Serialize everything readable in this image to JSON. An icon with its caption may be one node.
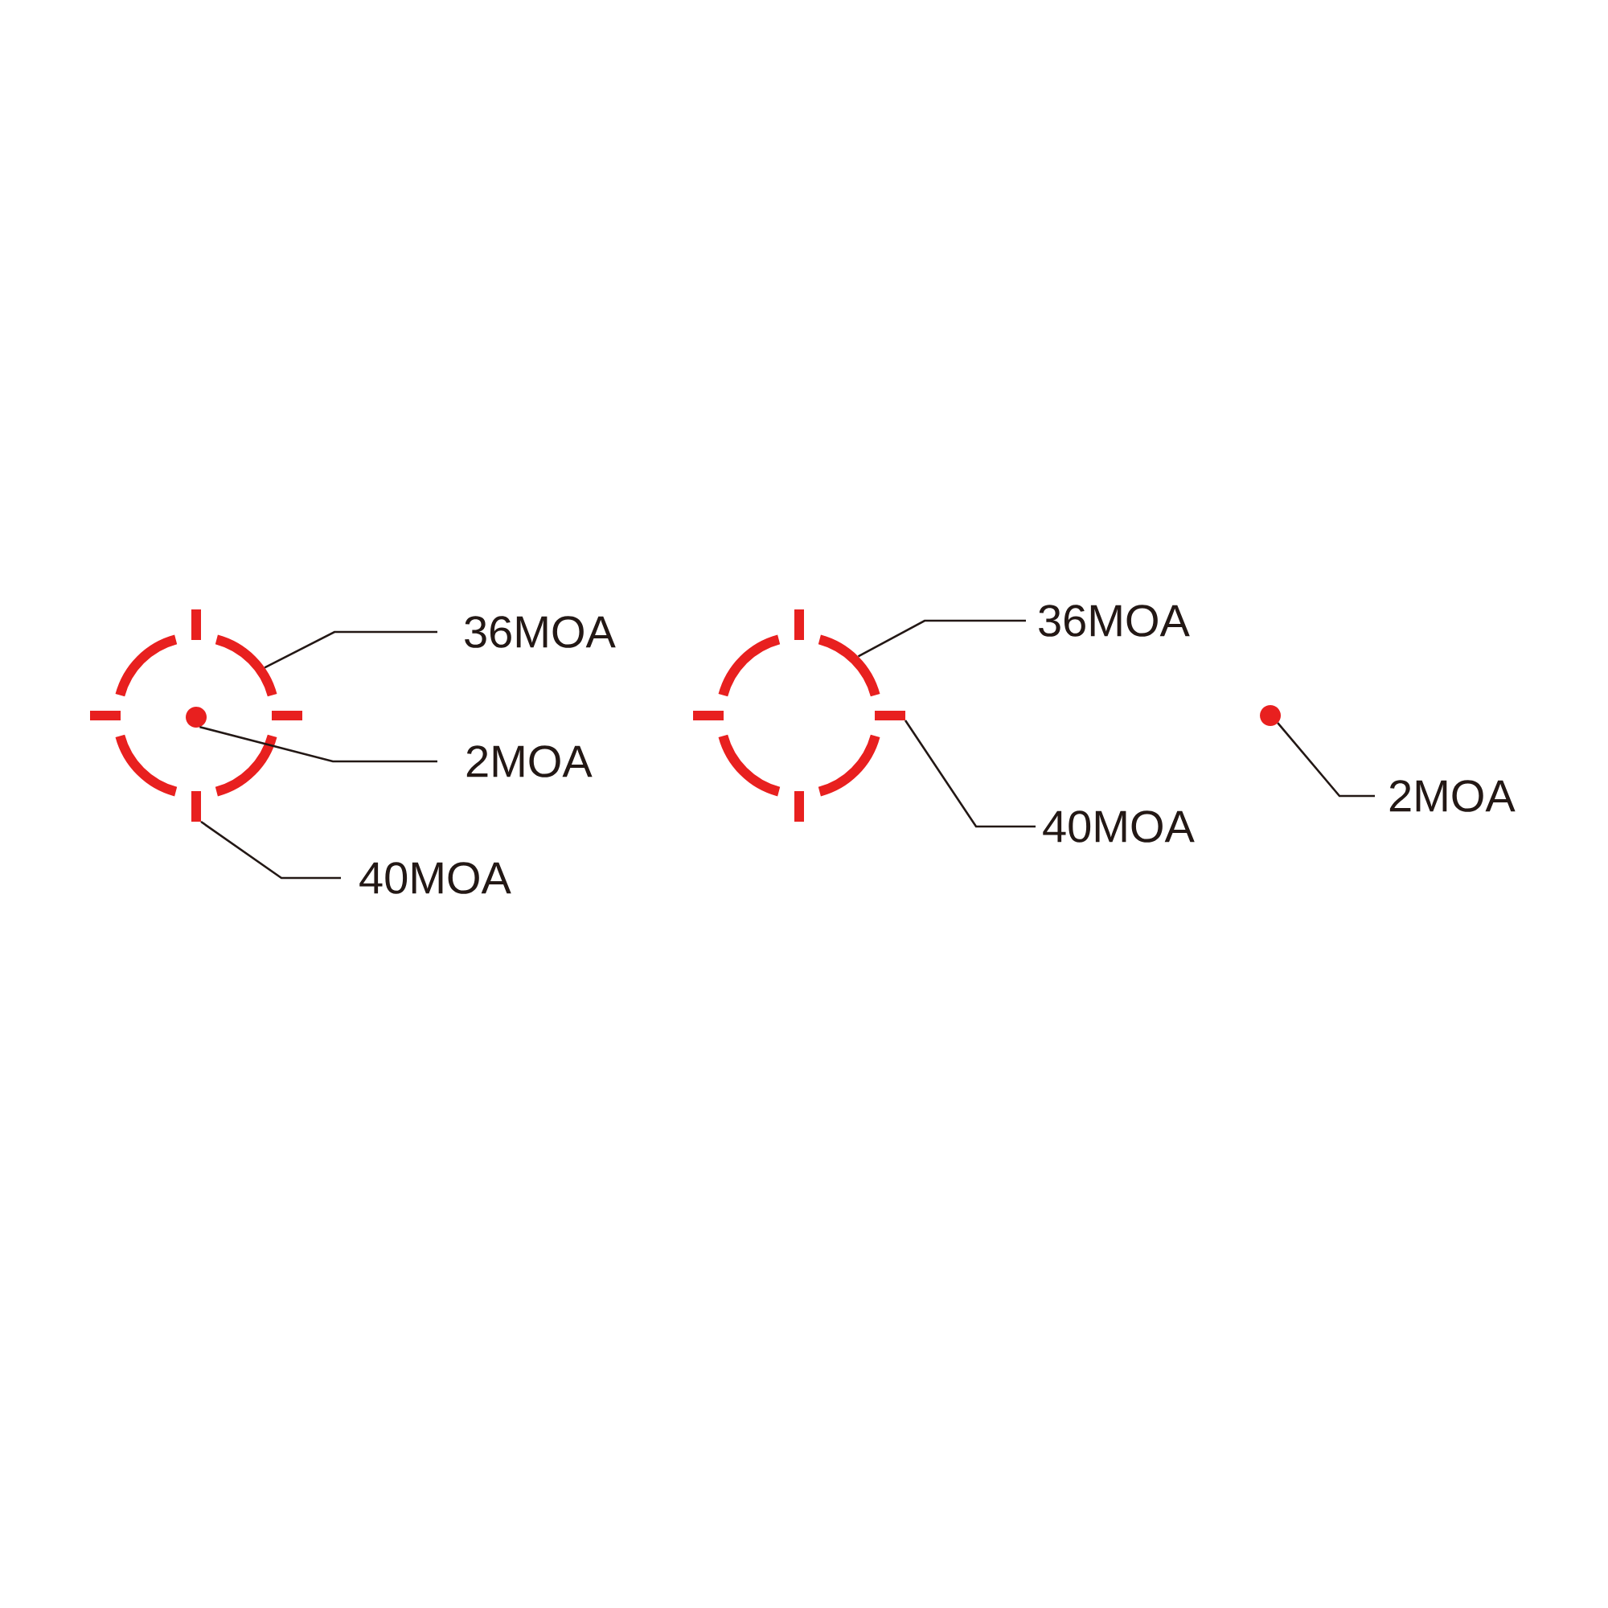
{
  "diagram": {
    "nodes": [
      {
        "text": [],
        "shape": "ring"
      },
      {
        "text": [],
        "shape": "circle",
        "in": 0
      },
      {
        "text": [],
        "shape": "bar"
      },
      {
        "text": [
          "36MOA"
        ]
      },
      {
        "text": [
          "2MOA"
        ]
      },
      {
        "text": [
          "40MOA"
        ]
      },
      {
        "text": [],
        "shape": "ring"
      },
      {
        "text": [],
        "shape": "bar"
      },
      {
        "text": [
          "36MOA"
        ]
      },
      {
        "text": [
          "40MOA"
        ]
      },
      {
        "text": [],
        "shape": "circle"
      },
      {
        "text": [
          "2MOA"
        ]
      }
    ],
    "edges": [
      {
        "from": 3,
        "to": 0,
        "arrow": "none"
      },
      {
        "from": 4,
        "to": 1,
        "arrow": "none"
      },
      {
        "from": 5,
        "to": 2,
        "arrow": "none"
      },
      {
        "from": 8,
        "to": 6,
        "arrow": "none"
      },
      {
        "from": 9,
        "to": 7,
        "arrow": "none"
      },
      {
        "from": 11,
        "to": 10,
        "arrow": "none"
      }
    ]
  }
}
